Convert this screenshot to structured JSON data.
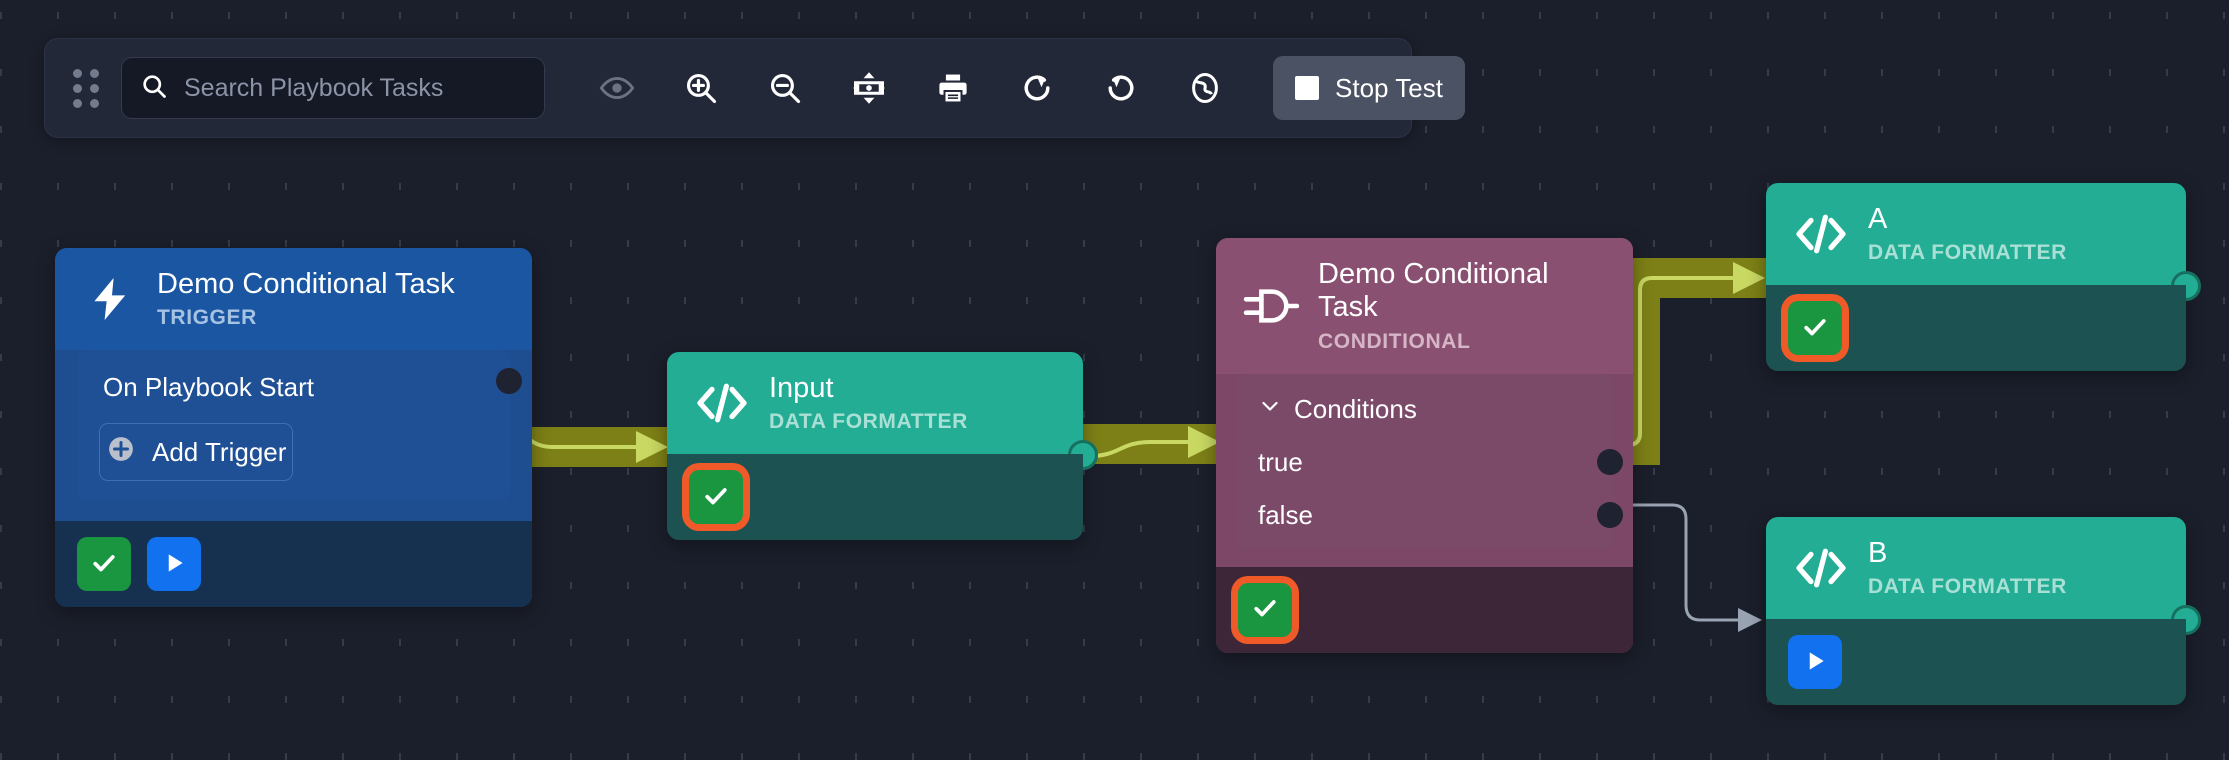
{
  "toolbar": {
    "drag_handle_icon": "grid-dots-icon",
    "search": {
      "placeholder": "Search Playbook Tasks",
      "value": "",
      "icon": "search-icon"
    },
    "buttons": [
      {
        "name": "visibility-toggle",
        "icon": "eye-icon",
        "state": "dimmed"
      },
      {
        "name": "zoom-in",
        "icon": "zoom-in-icon",
        "state": "active"
      },
      {
        "name": "zoom-out",
        "icon": "zoom-out-icon",
        "state": "active"
      },
      {
        "name": "fit-to-screen",
        "icon": "fit-screen-icon",
        "state": "active"
      },
      {
        "name": "print",
        "icon": "printer-icon",
        "state": "active"
      },
      {
        "name": "redo",
        "icon": "redo-icon",
        "state": "active"
      },
      {
        "name": "undo",
        "icon": "undo-icon",
        "state": "active"
      },
      {
        "name": "globe",
        "icon": "globe-icon",
        "state": "active"
      }
    ],
    "stop_test": {
      "label": "Stop Test",
      "icon": "stop-square-icon",
      "background": "#4b5263"
    }
  },
  "nodes": {
    "trigger": {
      "title": "Demo Conditional Task",
      "subtitle": "TRIGGER",
      "icon": "lightning-bolt-icon",
      "color": "#1a56a2",
      "row_label": "On Playbook Start",
      "add_trigger_label": "Add Trigger",
      "add_trigger_icon": "plus-circle-icon",
      "status": [
        {
          "name": "success-status",
          "icon": "check-icon",
          "color": "#1a9641",
          "ringed": false
        },
        {
          "name": "run-button",
          "icon": "play-icon",
          "color": "#1271ef",
          "ringed": false
        }
      ]
    },
    "input": {
      "title": "Input",
      "subtitle": "DATA FORMATTER",
      "icon": "code-brackets-icon",
      "color": "#22ad94",
      "status": [
        {
          "name": "success-status",
          "icon": "check-icon",
          "color": "#1a9641",
          "ringed": true
        }
      ]
    },
    "conditional": {
      "title": "Demo Conditional Task",
      "subtitle": "CONDITIONAL",
      "icon": "logic-gate-icon",
      "color": "#8a5071",
      "conditions_label": "Conditions",
      "conditions_expanded": true,
      "chevron_icon": "chevron-down-icon",
      "branches": [
        {
          "label": "true"
        },
        {
          "label": "false"
        }
      ],
      "status": [
        {
          "name": "success-status",
          "icon": "check-icon",
          "color": "#1a9641",
          "ringed": true
        }
      ]
    },
    "a": {
      "title": "A",
      "subtitle": "DATA FORMATTER",
      "icon": "code-brackets-icon",
      "color": "#22ad94",
      "status": [
        {
          "name": "success-status",
          "icon": "check-icon",
          "color": "#1a9641",
          "ringed": true
        }
      ]
    },
    "b": {
      "title": "B",
      "subtitle": "DATA FORMATTER",
      "icon": "code-brackets-icon",
      "color": "#22ad94",
      "status": [
        {
          "name": "run-button",
          "icon": "play-icon",
          "color": "#1271ef",
          "ringed": false
        }
      ]
    }
  },
  "edges": {
    "executed_band_color": "#7d8016",
    "executed_line_color": "#c8d862",
    "idle_line_color": "#9aa3b2"
  },
  "canvas": {
    "background": "#1b1f2b",
    "grid": "dot-grid"
  }
}
